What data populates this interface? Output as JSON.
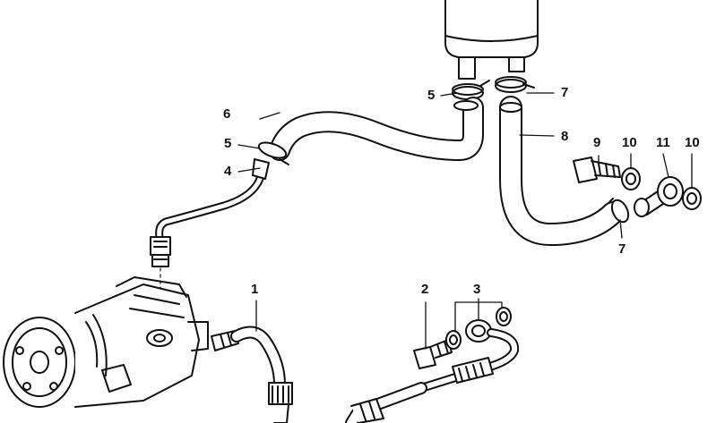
{
  "callouts": {
    "c1": "1",
    "c2": "2",
    "c3": "3",
    "c4": "4",
    "c5a": "5",
    "c5b": "5",
    "c6": "6",
    "c7a": "7",
    "c7b": "7",
    "c8": "8",
    "c9": "9",
    "c10a": "10",
    "c10b": "10",
    "c11": "11"
  },
  "colors": {
    "ink": "#111111",
    "paper": "#ffffff",
    "hose_fill": "#ffffff"
  }
}
